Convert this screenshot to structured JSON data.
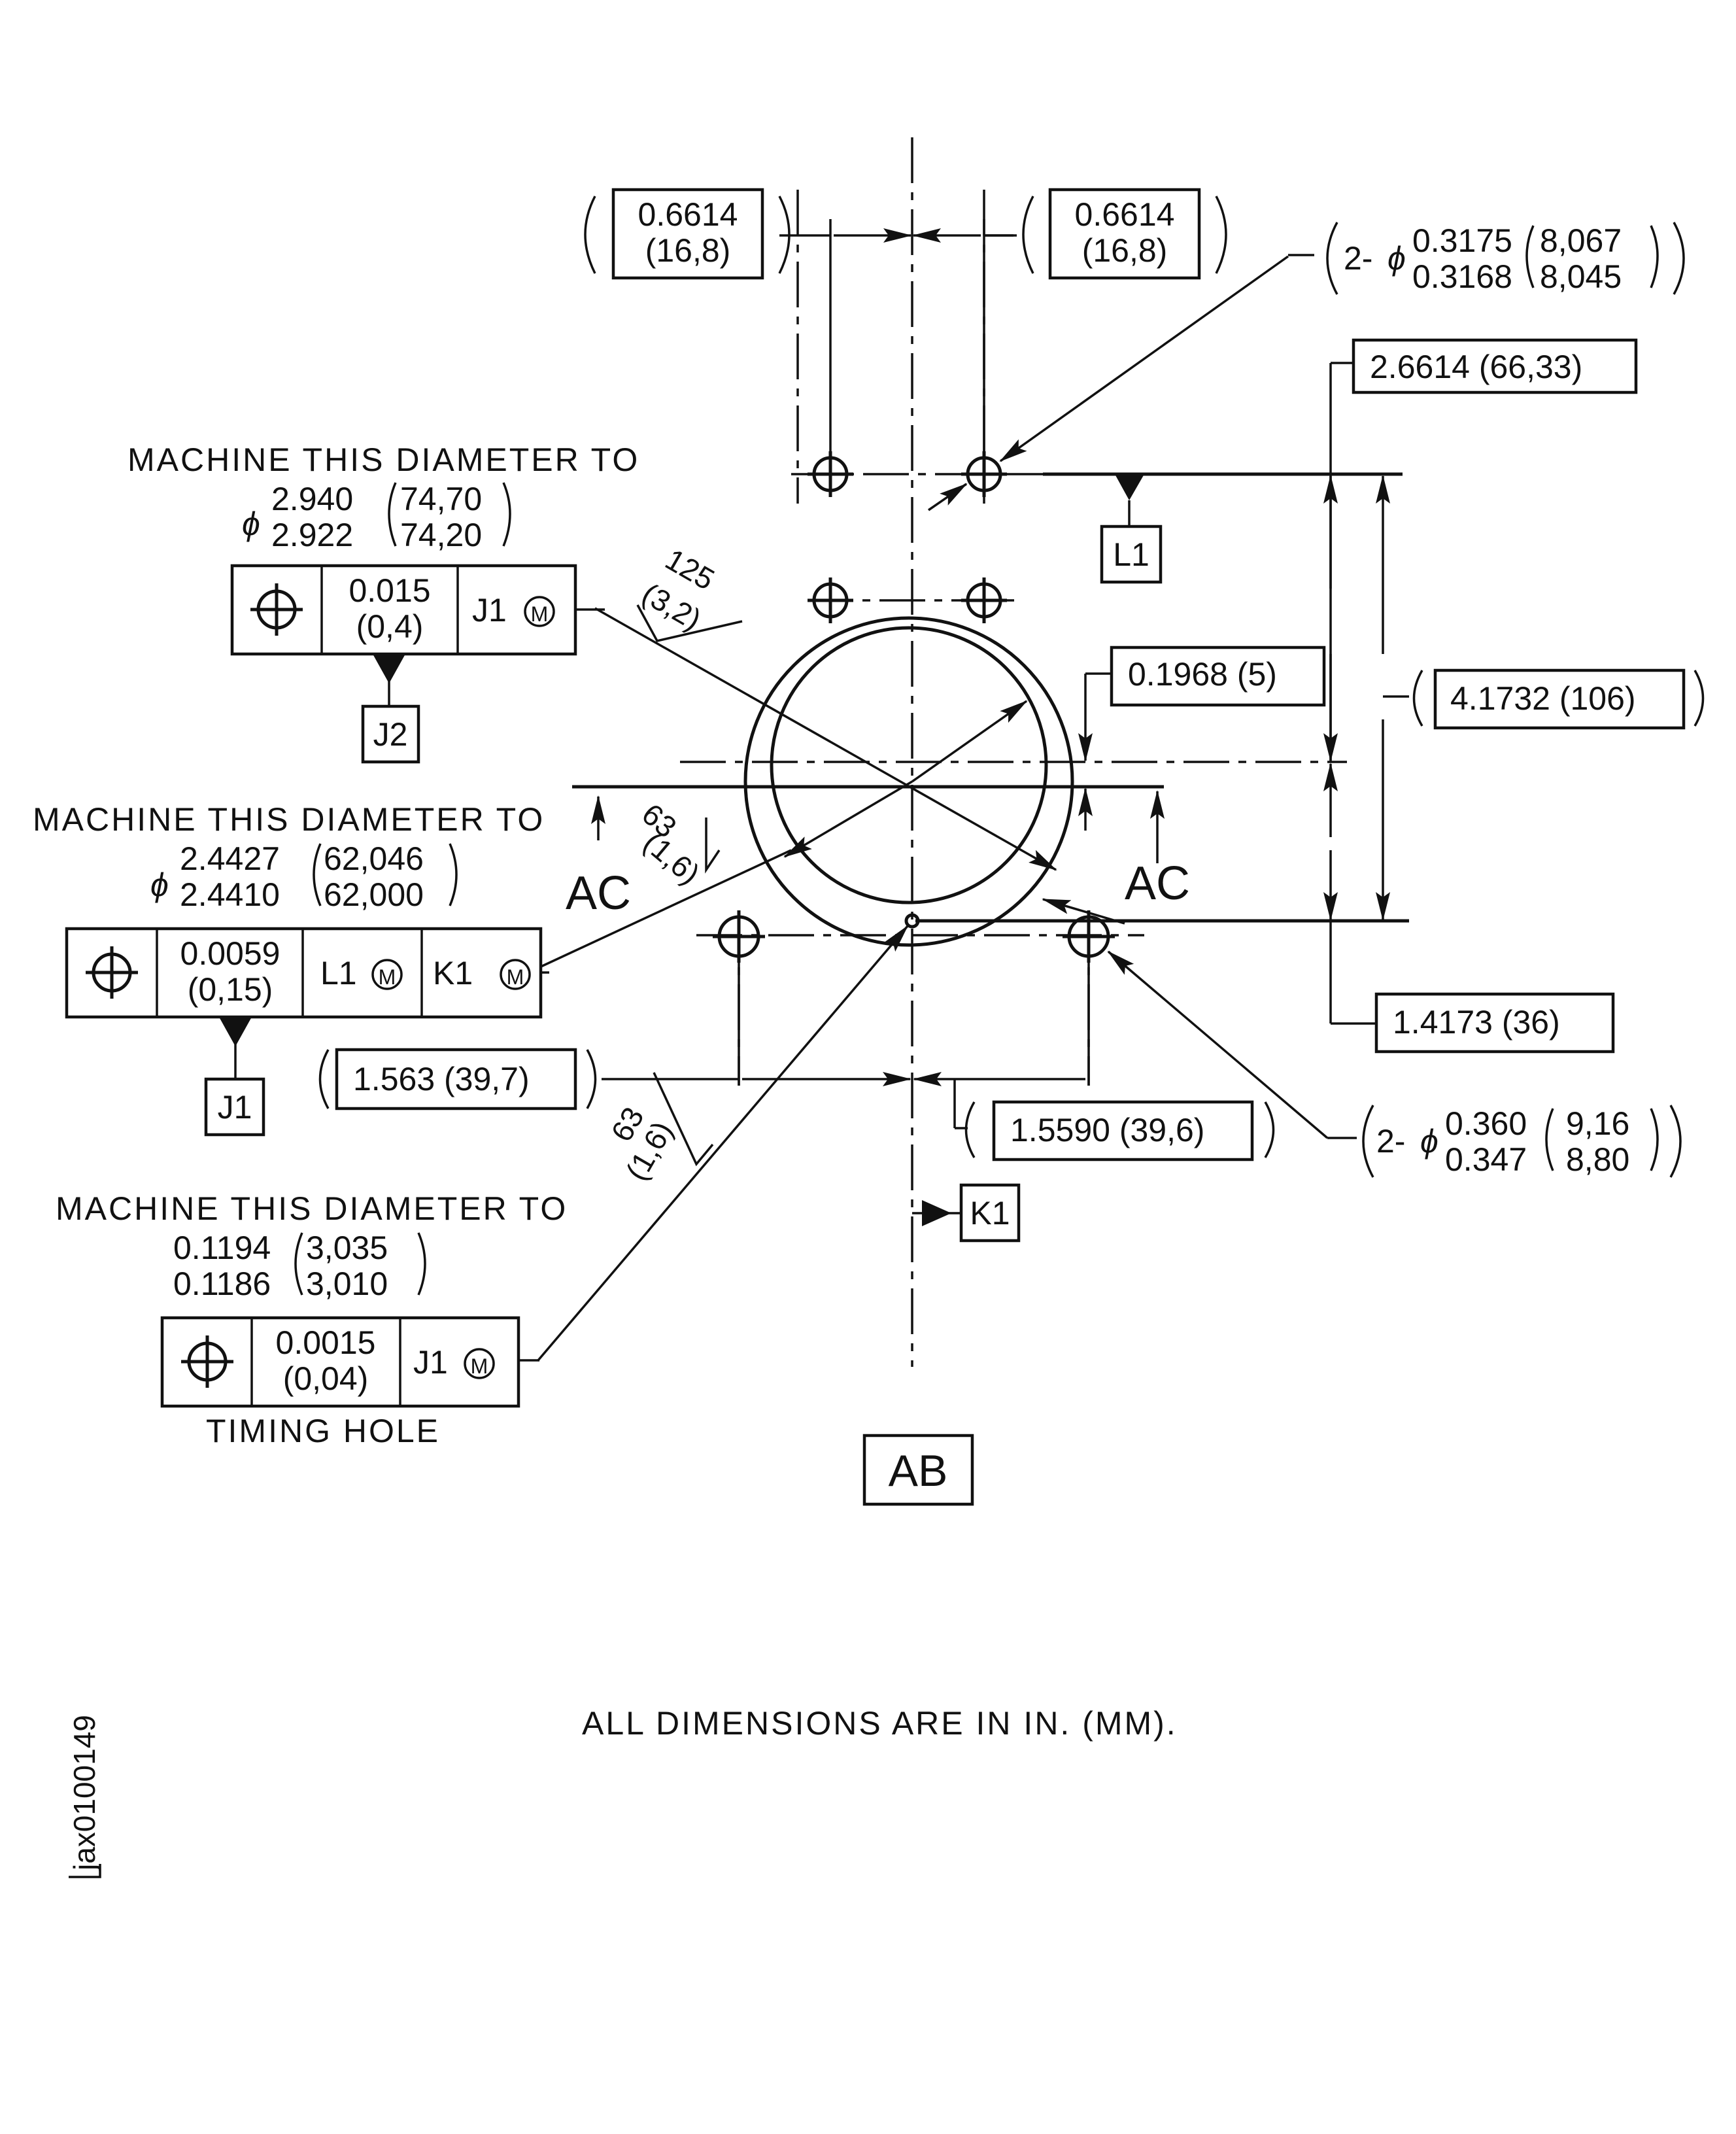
{
  "dims": {
    "top_left": {
      "in": "0.6614",
      "mm": "(16,8)"
    },
    "top_right": {
      "in": "0.6614",
      "mm": "(16,8)"
    },
    "small_holes": {
      "prefix": "2-",
      "upper": "0.3175",
      "lower": "0.3168",
      "mm_upper": "8,067",
      "mm_lower": "8,045"
    },
    "height_top": "2.6614 (66,33)",
    "offset": "0.1968 (5)",
    "height_total": "4.1732 (106)",
    "height_bottom": "1.4173 (36)",
    "left_spacing": "1.563 (39,7)",
    "right_spacing": "1.5590 (39,6)",
    "large_holes": {
      "prefix": "2-",
      "upper": "0.360",
      "lower": "0.347",
      "mm_upper": "9,16",
      "mm_lower": "8,80"
    }
  },
  "notes": {
    "note1": {
      "title": "MACHINE THIS DIAMETER TO",
      "upper": "2.940",
      "lower": "2.922",
      "mm_upper": "74,70",
      "mm_lower": "74,20"
    },
    "note2": {
      "title": "MACHINE THIS DIAMETER TO",
      "upper": "2.4427",
      "lower": "2.4410",
      "mm_upper": "62,046",
      "mm_lower": "62,000"
    },
    "note3": {
      "title": "MACHINE THIS DIAMETER TO",
      "upper": "0.1194",
      "lower": "0.1186",
      "mm_upper": "3,035",
      "mm_lower": "3,010",
      "caption": "TIMING HOLE"
    }
  },
  "frames": {
    "f1": {
      "tol": "0.015",
      "tol_mm": "(0,4)",
      "datum": "J1"
    },
    "f2": {
      "tol": "0.0059",
      "tol_mm": "(0,15)",
      "datum1": "L1",
      "datum2": "K1"
    },
    "f3": {
      "tol": "0.0015",
      "tol_mm": "(0,04)",
      "datum": "J1"
    }
  },
  "modifier": "M",
  "datums": {
    "l1": "L1",
    "j2": "J2",
    "j1": "J1",
    "k1": "K1"
  },
  "finish": {
    "f125": "125",
    "f125_mm": "(3,2)",
    "f63a": "63",
    "f63a_mm": "(1,6)",
    "f63b": "63",
    "f63b_mm": "(1,6)"
  },
  "section": "AC",
  "view_label": "AB",
  "footer": "ALL DIMENSIONS ARE IN IN. (MM).",
  "figure_id": "jax0100149"
}
